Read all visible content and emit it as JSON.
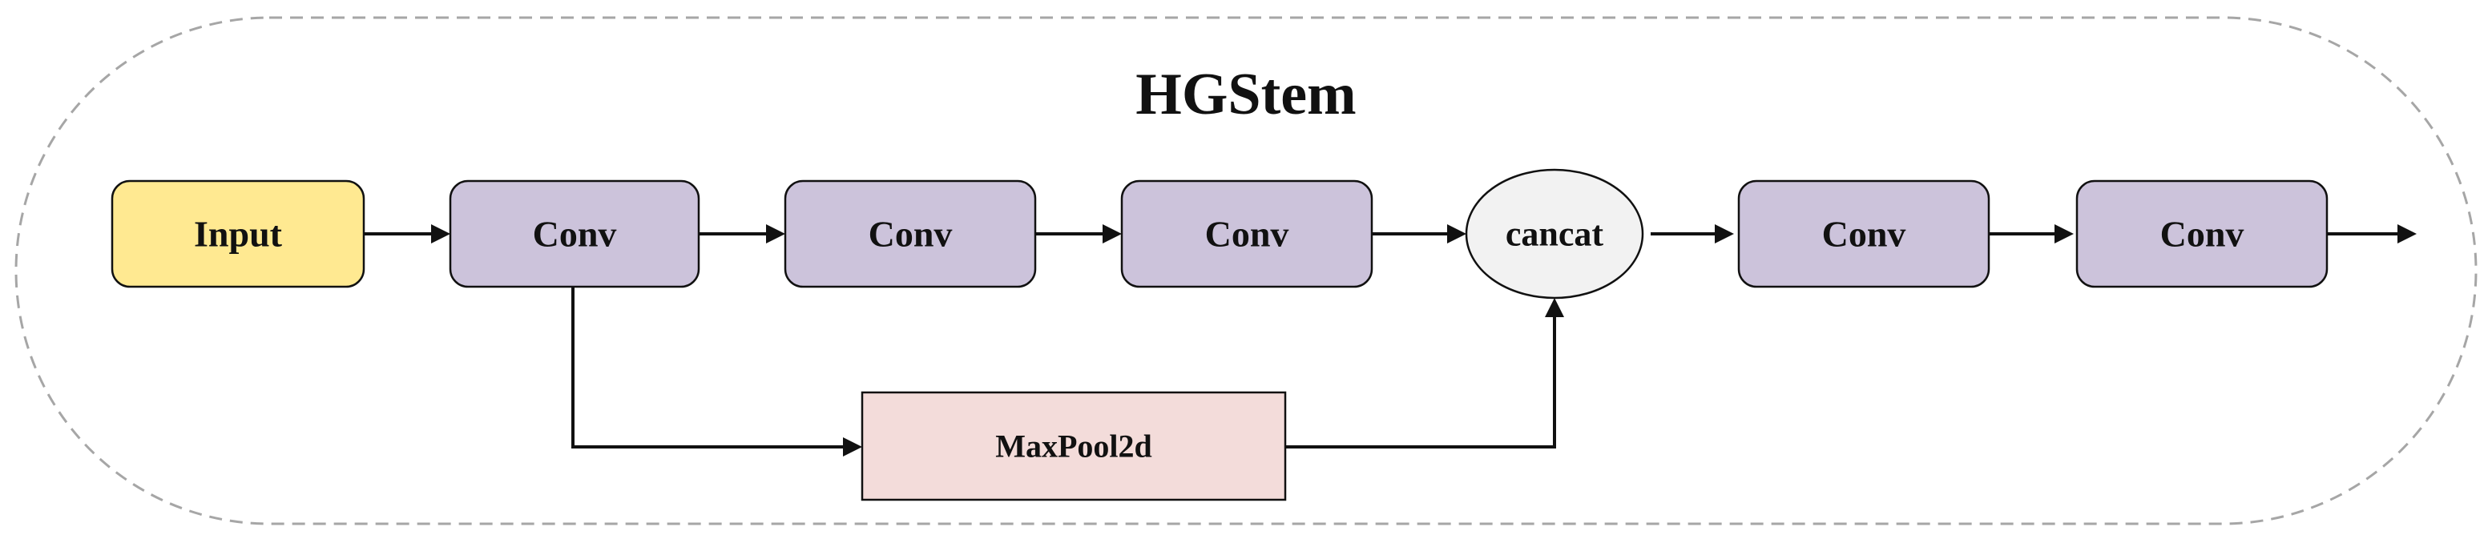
{
  "diagram": {
    "title": "HGStem",
    "nodes": {
      "input": {
        "label": "Input",
        "fill": "#FFE991"
      },
      "conv1": {
        "label": "Conv",
        "fill": "#CCC3DB"
      },
      "conv2": {
        "label": "Conv",
        "fill": "#CCC3DB"
      },
      "conv3": {
        "label": "Conv",
        "fill": "#CCC3DB"
      },
      "cancat": {
        "label": "cancat",
        "fill": "#F2F2F2"
      },
      "conv4": {
        "label": "Conv",
        "fill": "#CCC3DB"
      },
      "conv5": {
        "label": "Conv",
        "fill": "#CCC3DB"
      },
      "maxpool": {
        "label": "MaxPool2d",
        "fill": "#F3DCDA"
      }
    },
    "edges": [
      {
        "from": "input",
        "to": "conv1"
      },
      {
        "from": "conv1",
        "to": "conv2"
      },
      {
        "from": "conv2",
        "to": "conv3"
      },
      {
        "from": "conv3",
        "to": "cancat"
      },
      {
        "from": "cancat",
        "to": "conv4"
      },
      {
        "from": "conv4",
        "to": "conv5"
      },
      {
        "from": "conv5",
        "to": "output"
      },
      {
        "from": "conv1",
        "to": "maxpool"
      },
      {
        "from": "maxpool",
        "to": "cancat"
      }
    ],
    "colors": {
      "stroke": "#111111",
      "container_border": "#A6A6A6"
    }
  }
}
